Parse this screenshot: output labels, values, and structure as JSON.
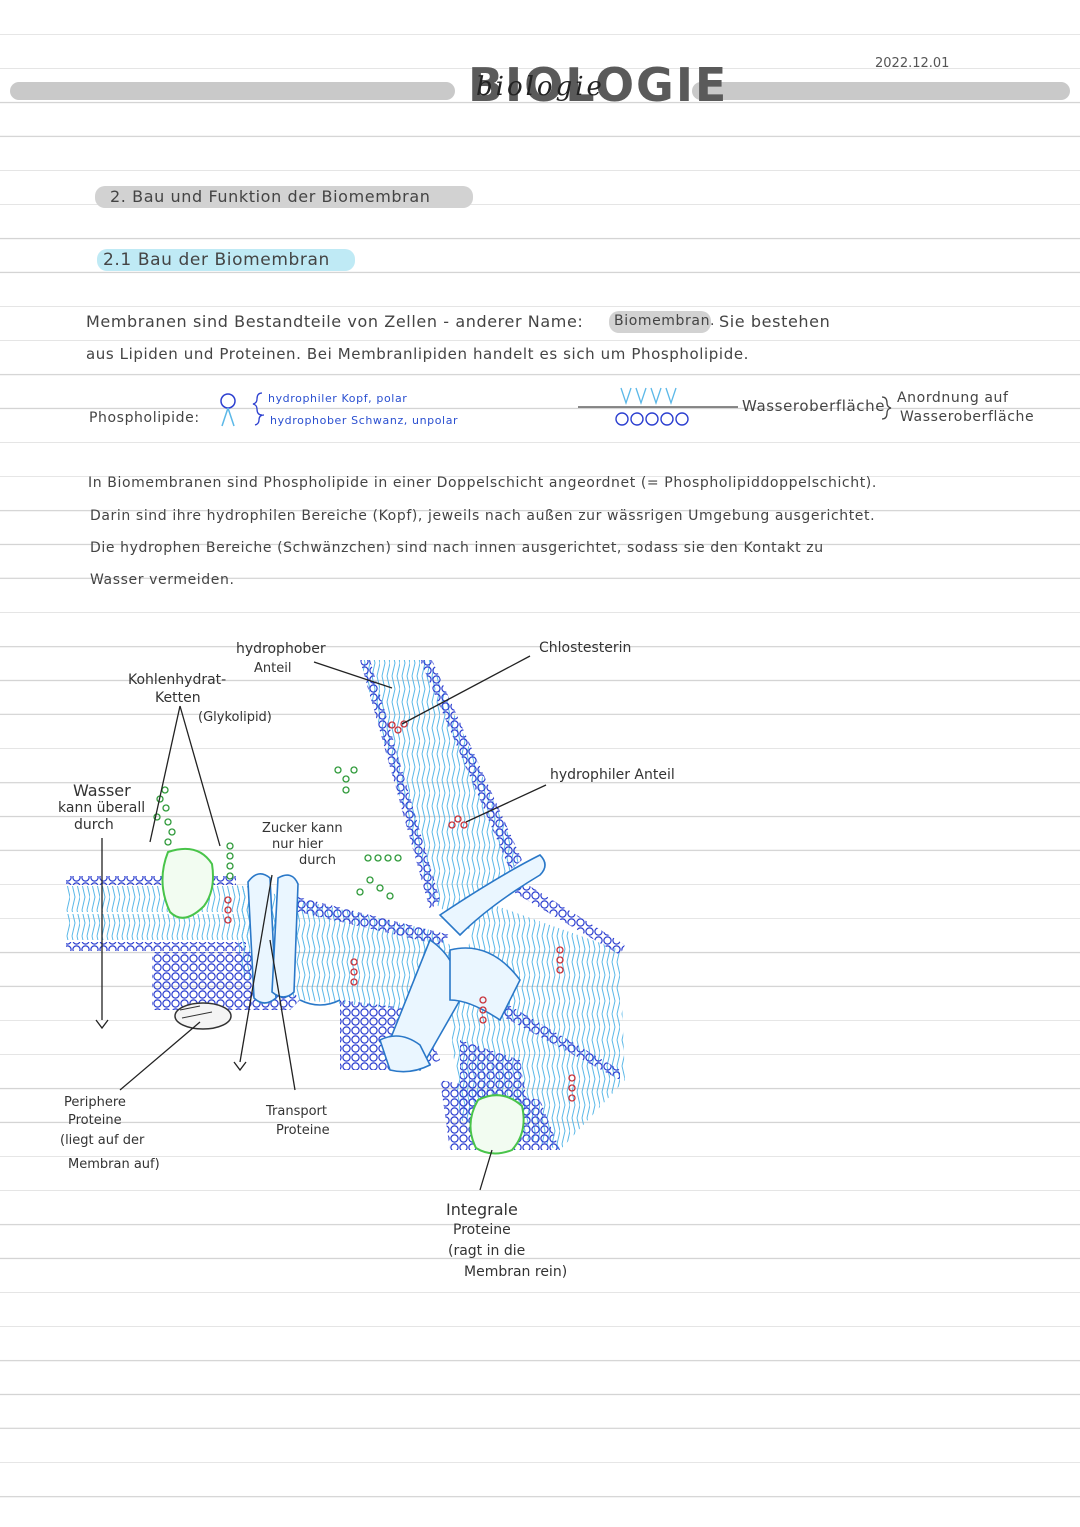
{
  "header": {
    "title": "BIOLOGIE",
    "title_overlay": "biologie",
    "date": "2022.12.01"
  },
  "section": {
    "heading": "2. Bau und Funktion der Biomembran",
    "subheading": "2.1 Bau der Biomembran"
  },
  "intro": {
    "line1_a": "Membranen sind Bestandteile von Zellen - anderer Name:",
    "line1_highlight": "Biomembran.",
    "line1_b": "Sie bestehen",
    "line2": "aus Lipiden und Proteinen. Bei Membranlipiden handelt es sich um Phospholipide."
  },
  "phospholipid": {
    "label": "Phospholipide:",
    "head_text": "hydrophiler Kopf, polar",
    "tail_text": "hydrophober Schwanz, unpolar",
    "surface_label": "Wasseroberfläche",
    "arrangement_line1": "Anordnung auf",
    "arrangement_line2": "Wasseroberfläche"
  },
  "bilayer_text": {
    "line1": "In Biomembranen sind Phospholipide in einer Doppelschicht angeordnet (= Phospholipiddoppelschicht).",
    "line2": "Darin sind ihre hydrophilen Bereiche (Kopf), jeweils nach außen zur wässrigen Umgebung ausgerichtet.",
    "line3": "Die hydrophen Bereiche (Schwänzchen) sind nach innen ausgerichtet, sodass sie den Kontakt zu",
    "line4": "Wasser vermeiden."
  },
  "diagram": {
    "hydrophobic_1": "hydrophober",
    "hydrophobic_2": "Anteil",
    "carb_1": "Kohlenhydrat-",
    "carb_2": "Ketten",
    "carb_3": "(Glykolipid)",
    "cholesterol": "Chlostesterin",
    "hydrophilic": "hydrophiler Anteil",
    "water_1": "Wasser",
    "water_2": "kann überall",
    "water_3": "durch",
    "sugar_1": "Zucker kann",
    "sugar_2": "nur hier",
    "sugar_3": "durch",
    "peripheral_1": "Periphere",
    "peripheral_2": "Proteine",
    "peripheral_3": "(liegt auf der",
    "peripheral_4": "Membran auf)",
    "transport_1": "Transport",
    "transport_2": "Proteine",
    "integral_1": "Integrale",
    "integral_2": "Proteine",
    "integral_3": "(ragt in die",
    "integral_4": "Membran rein)"
  },
  "colors": {
    "head_blue": "#2c3fd0",
    "tail_blue": "#5bb8e8",
    "protein_blue": "#2a78c8",
    "carb_green": "#2f9a3a",
    "glycolipid_green": "#49c44a",
    "cholesterol_red": "#c8323a",
    "highlight_blue": "#bfeaf5",
    "highlight_grey": "#d2d2d2"
  }
}
